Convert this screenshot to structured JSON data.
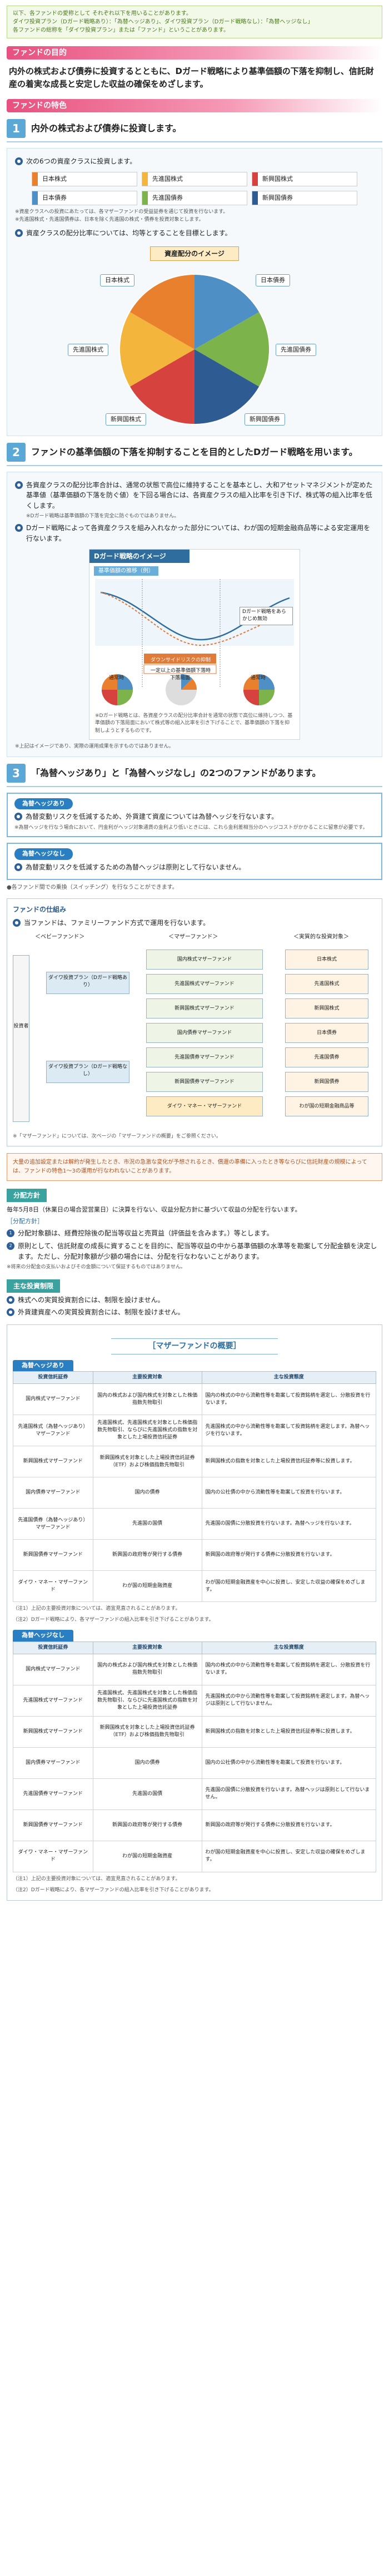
{
  "notice": [
    "以下、各ファンドの愛称として それぞれ以下を用いることがあります。",
    "ダイワ投資プラン（Dガード戦略あり）：「為替ヘッジあり」、ダイワ投資プラン（Dガード戦略なし）：「為替ヘッジなし」",
    "各ファンドの総称を「ダイワ投資プラン」または「ファンド」ということがあります。"
  ],
  "section_purpose": "ファンドの目的",
  "purpose_text": "内外の株式および債券に投資するとともに、Dガード戦略により基準価額の下落を抑制し、信託財産の着実な成長と安定した収益の確保をめざします。",
  "section_features": "ファンドの特色",
  "feature1": {
    "num": "1",
    "title": "内外の株式および債券に投資します。",
    "bullet1": "次の6つの資産クラスに投資します。",
    "classes": [
      {
        "name": "日本株式",
        "color": "#e9802d"
      },
      {
        "name": "先進国株式",
        "color": "#f3b53c"
      },
      {
        "name": "新興国株式",
        "color": "#d6433f"
      },
      {
        "name": "日本債券",
        "color": "#4e8fc6"
      },
      {
        "name": "先進国債券",
        "color": "#7cb34a"
      },
      {
        "name": "新興国債券",
        "color": "#2d5b92"
      }
    ],
    "class_note1": "※資産クラスへの投資にあたっては、各マザーファンドの受益証券を通じて投資を行ないます。",
    "class_note2": "※先進国株式・先進国債券は、日本を除く先進国の株式・債券を投資対象とします。",
    "bullet2": "資産クラスの配分比率については、均等とすることを目標とします。",
    "circle_title": "資産配分のイメージ",
    "circle_labels": [
      "日本株式",
      "日本債券",
      "先進国株式",
      "先進国債券",
      "新興国株式",
      "新興国債券"
    ]
  },
  "feature2": {
    "num": "2",
    "title": "ファンドの基準価額の下落を抑制することを目的としたDガード戦略を用います。",
    "bullet1": "各資産クラスの配分比率合計は、通常の状態で高位に維持することを基本とし、大和アセットマネジメントが定めた基準値（基準価額の下落を防ぐ値）を下回る場合には、各資産クラスの組入比率を引き下げ、株式等の組入比率を低くします。",
    "note1": "※Dガード戦略は基準価額の下落を完全に防ぐものではありません。",
    "bullet2": "Dガード戦略によって各資産クラスを組み入れなかった部分については、わが国の短期金融商品等による安定運用を行ないます。",
    "chart_title": "Dガード戦略のイメージ",
    "chart_sub": "基準価額の推移（例）",
    "chart_legend": "Dガード戦略をあらかじめ無効",
    "chart_box": "ダウンサイドリスクの抑制",
    "chart_box2": "一定以上の基準価額下落時",
    "chart_pies": [
      "通常時",
      "下落局面",
      "通常時"
    ],
    "chart_note": "※Dガード戦略とは、各資産クラスの配分比率合計を通常の状態で高位に維持しつつ、基準価額の下落局面において株式等の組入比率を引き下げることで、基準価額の下落を抑制しようとするものです。",
    "chart_note2": "※上記はイメージであり、実際の運用成果を示すものではありません。"
  },
  "feature3": {
    "num": "3",
    "title": "「為替ヘッジあり」と「為替ヘッジなし」の2つのファンドがあります。",
    "hedge_label": "為替ヘッジあり",
    "hedge_text": "為替変動リスクを低減するため、外貨建て資産については為替ヘッジを行ないます。",
    "hedge_note": "※為替ヘッジを行なう場合において、円金利がヘッジ対象通貨の金利より低いときには、これら金利差相当分のヘッジコストがかかることに留意が必要です。",
    "nohedge_label": "為替ヘッジなし",
    "nohedge_text": "為替変動リスクを低減するための為替ヘッジは原則として行ないません。",
    "switch_note": "●各ファンド間での乗換（スイッチング）を行なうことができます。"
  },
  "structure": {
    "title": "ファンドの仕組み",
    "desc": "当ファンドは、ファミリーファンド方式で運用を行ないます。",
    "col_left": "＜ベビーファンド＞",
    "col_mid": "＜マザーファンド＞",
    "col_right": "＜実質的な投資対象＞",
    "investor": "投資者",
    "babies": [
      "ダイワ投資プラン（Dガード戦略あり）",
      "ダイワ投資プラン（Dガード戦略なし）"
    ],
    "mothers": [
      "国内株式マザーファンド",
      "先進国株式マザーファンド",
      "新興国株式マザーファンド",
      "国内債券マザーファンド",
      "先進国債券マザーファンド",
      "新興国債券マザーファンド",
      "ダイワ・マネー・マザーファンド"
    ],
    "targets": [
      "日本株式",
      "先進国株式",
      "新興国株式",
      "日本債券",
      "先進国債券",
      "新興国債券",
      "わが国の短期金融商品等"
    ],
    "note": "※「マザーファンド」については、次ページの「マザーファンドの概要」をご参照ください。"
  },
  "orange_note": "大量の追加設定または解約が発生したとき、市況の急激な変化が予想されるとき、償還の準備に入ったとき等ならびに信託財産の規模によっては、ファンドの特色1〜3の運用が行なわれないことがあります。",
  "distribution": {
    "title": "分配方針",
    "text": "毎年5月8日（休業日の場合翌営業日）に決算を行ない、収益分配方針に基づいて収益の分配を行ないます。",
    "sub": "［分配方針］",
    "items": [
      "分配対象額は、経費控除後の配当等収益と売買益（評価益を含みます。）等とします。",
      "原則として、信託財産の成長に資することを目的に、配当等収益の中から基準価額の水準等を勘案して分配金額を決定します。ただし、分配対象額が少額の場合には、分配を行なわないことがあります。"
    ],
    "note": "※将来の分配金の支払いおよびその金額について保証するものではありません。"
  },
  "limits": {
    "title": "主な投資制限",
    "items": [
      "株式への実質投資割合には、制限を設けません。",
      "外貨建資産への実質投資割合には、制限を設けません。"
    ]
  },
  "mother_table": {
    "title": "［マザーファンドの概要］",
    "headers": [
      "投資信託証券",
      "主要投資対象",
      "主な投資態度"
    ],
    "groups": [
      {
        "label": "為替ヘッジあり",
        "rows": [
          {
            "name": "国内株式マザーファンド",
            "target": "国内の株式および国内株式を対象とした株価指数先物取引",
            "policy": "国内の株式の中から流動性等を勘案して投資銘柄を選定し、分散投資を行ないます。"
          },
          {
            "name": "先進国株式（為替ヘッジあり）マザーファンド",
            "target": "先進国株式、先進国株式を対象とした株価指数先物取引、ならびに先進国株式の指数を対象とした上場投資信託証券",
            "policy": "先進国株式の中から流動性等を勘案して投資銘柄を選定します。為替ヘッジを行ないます。"
          },
          {
            "name": "新興国株式マザーファンド",
            "target": "新興国株式を対象とした上場投資信託証券（ETF）および株価指数先物取引",
            "policy": "新興国株式の指数を対象とした上場投資信託証券等に投資します。"
          },
          {
            "name": "国内債券マザーファンド",
            "target": "国内の債券",
            "policy": "国内の公社債の中から流動性等を勘案して投資を行ないます。"
          },
          {
            "name": "先進国債券（為替ヘッジあり）マザーファンド",
            "target": "先進国の国債",
            "policy": "先進国の国債に分散投資を行ないます。為替ヘッジを行ないます。"
          },
          {
            "name": "新興国債券マザーファンド",
            "target": "新興国の政府等が発行する債券",
            "policy": "新興国の政府等が発行する債券に分散投資を行ないます。"
          },
          {
            "name": "ダイワ・マネー・マザーファンド",
            "target": "わが国の短期金融資産",
            "policy": "わが国の短期金融資産を中心に投資し、安定した収益の確保をめざします。"
          }
        ],
        "notes": [
          "（注1）上記の主要投資対象については、適宜見直されることがあります。",
          "（注2）Dガード戦略により、各マザーファンドの組入比率を引き下げることがあります。"
        ]
      },
      {
        "label": "為替ヘッジなし",
        "rows": [
          {
            "name": "国内株式マザーファンド",
            "target": "国内の株式および国内株式を対象とした株価指数先物取引",
            "policy": "国内の株式の中から流動性等を勘案して投資銘柄を選定し、分散投資を行ないます。"
          },
          {
            "name": "先進国株式マザーファンド",
            "target": "先進国株式、先進国株式を対象とした株価指数先物取引、ならびに先進国株式の指数を対象とした上場投資信託証券",
            "policy": "先進国株式の中から流動性等を勘案して投資銘柄を選定します。為替ヘッジは原則として行ないません。"
          },
          {
            "name": "新興国株式マザーファンド",
            "target": "新興国株式を対象とした上場投資信託証券（ETF）および株価指数先物取引",
            "policy": "新興国株式の指数を対象とした上場投資信託証券等に投資します。"
          },
          {
            "name": "国内債券マザーファンド",
            "target": "国内の債券",
            "policy": "国内の公社債の中から流動性等を勘案して投資を行ないます。"
          },
          {
            "name": "先進国債券マザーファンド",
            "target": "先進国の国債",
            "policy": "先進国の国債に分散投資を行ないます。為替ヘッジは原則として行ないません。"
          },
          {
            "name": "新興国債券マザーファンド",
            "target": "新興国の政府等が発行する債券",
            "policy": "新興国の政府等が発行する債券に分散投資を行ないます。"
          },
          {
            "name": "ダイワ・マネー・マザーファンド",
            "target": "わが国の短期金融資産",
            "policy": "わが国の短期金融資産を中心に投資し、安定した収益の確保をめざします。"
          }
        ],
        "notes": [
          "（注1）上記の主要投資対象については、適宜見直されることがあります。",
          "（注2）Dガード戦略により、各マザーファンドの組入比率を引き下げることがあります。"
        ]
      }
    ]
  }
}
